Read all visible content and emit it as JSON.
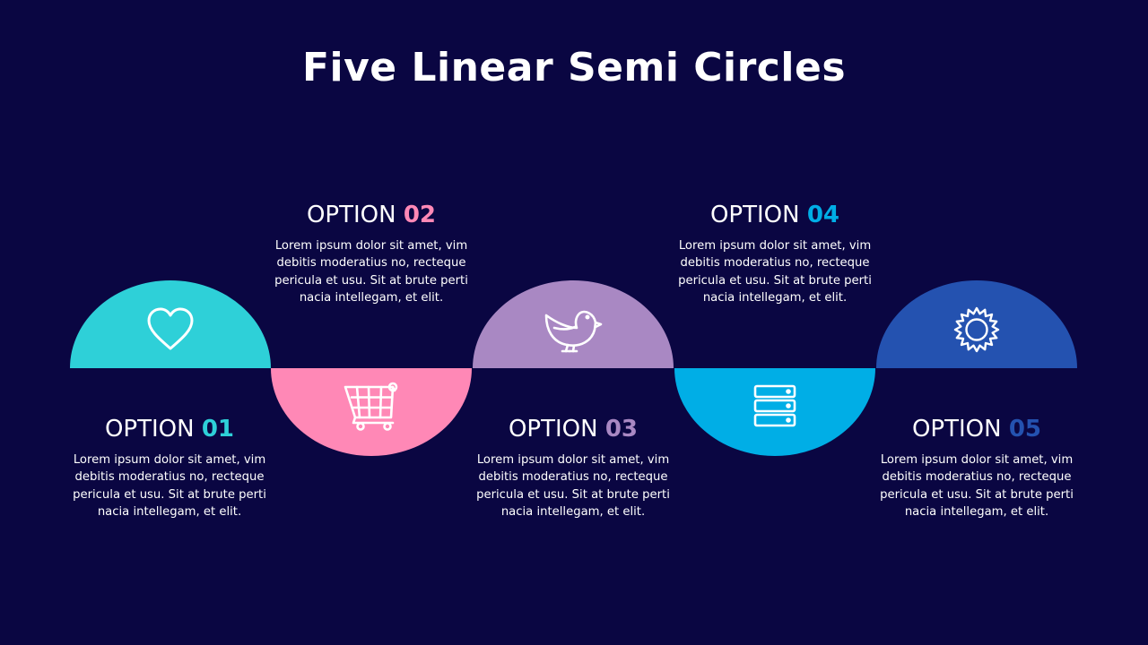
{
  "title": "Five Linear Semi Circles",
  "options": [
    {
      "label": "OPTION",
      "number": "01",
      "color": "#2ed0d8",
      "icon": "heart-icon",
      "direction": "up",
      "description": "Lorem ipsum dolor sit amet, vim debitis moderatius no, recteque pericula et usu. Sit at brute perti nacia intellegam, et elit."
    },
    {
      "label": "OPTION",
      "number": "02",
      "color": "#ff88b6",
      "icon": "shopping-cart-icon",
      "direction": "down",
      "description": "Lorem ipsum dolor sit amet, vim debitis moderatius no, recteque pericula et usu. Sit at brute perti nacia intellegam, et elit."
    },
    {
      "label": "OPTION",
      "number": "03",
      "color": "#a988c3",
      "icon": "bird-icon",
      "direction": "up",
      "description": "Lorem ipsum dolor sit amet, vim debitis moderatius no, recteque pericula et usu. Sit at brute perti nacia intellegam, et elit."
    },
    {
      "label": "OPTION",
      "number": "04",
      "color": "#00aee6",
      "icon": "server-icon",
      "direction": "down",
      "description": "Lorem ipsum dolor sit amet, vim debitis moderatius no, recteque pericula et usu. Sit at brute perti nacia intellegam, et elit."
    },
    {
      "label": "OPTION",
      "number": "05",
      "color": "#2452b0",
      "icon": "sun-icon",
      "direction": "up",
      "description": "Lorem ipsum dolor sit amet, vim debitis moderatius no, recteque pericula et usu. Sit at brute perti nacia intellegam, et elit."
    }
  ]
}
